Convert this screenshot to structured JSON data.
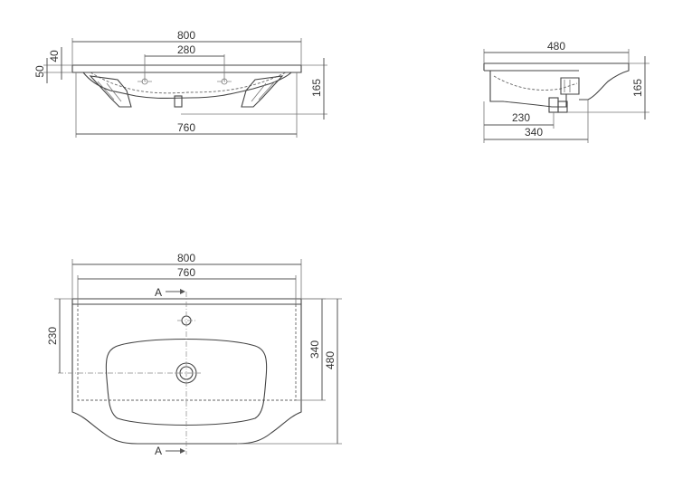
{
  "front_view": {
    "overall_width": "800",
    "tap_spacing": "280",
    "inner_width": "760",
    "height": "165",
    "rim_height_outer": "50",
    "rim_height_inner": "40"
  },
  "side_view": {
    "depth": "480",
    "height": "165",
    "waste_offset": "230",
    "bowl_depth": "340"
  },
  "top_view": {
    "overall_width": "800",
    "inner_width": "760",
    "drain_offset": "230",
    "bowl_depth": "340",
    "overall_depth": "480",
    "section_label_top": "A",
    "section_label_bottom": "A"
  },
  "colors": {
    "line": "#555555",
    "text": "#333333"
  }
}
